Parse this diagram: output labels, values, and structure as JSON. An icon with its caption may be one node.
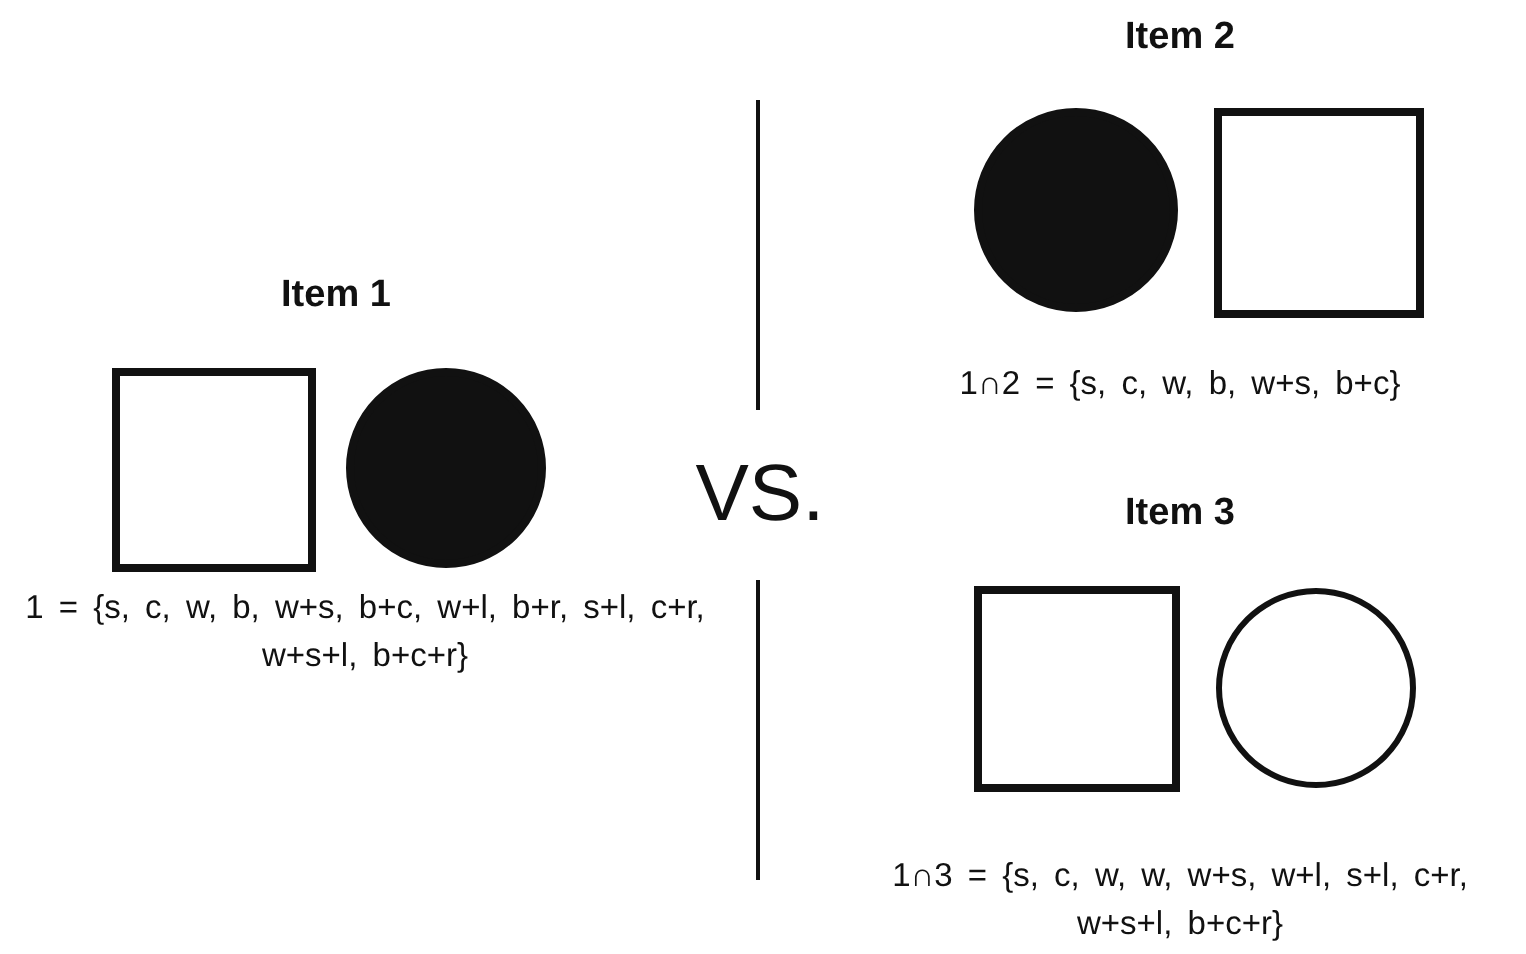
{
  "diagram": {
    "nodes": [
      {
        "text": [],
        "shape": "box"
      },
      {
        "text": [],
        "shape": "circle"
      },
      {
        "text": [],
        "shape": "circle"
      },
      {
        "text": [],
        "shape": "box"
      },
      {
        "text": [],
        "shape": "box"
      },
      {
        "text": [],
        "shape": "circle"
      }
    ],
    "labels": [
      "Item 2",
      "1∩2 = {s, c, w, b, w+s, b+c}",
      "Item 1",
      "VS.",
      "1 = {s, c, w, b, w+s, b+c, w+l, b+r, s+l, c+r, w+s+l, b+c+r}",
      "Item 3",
      "1∩3 = {s, c, w, w, w+s, w+l, s+l, c+r, w+s+l, b+c+r}"
    ]
  }
}
